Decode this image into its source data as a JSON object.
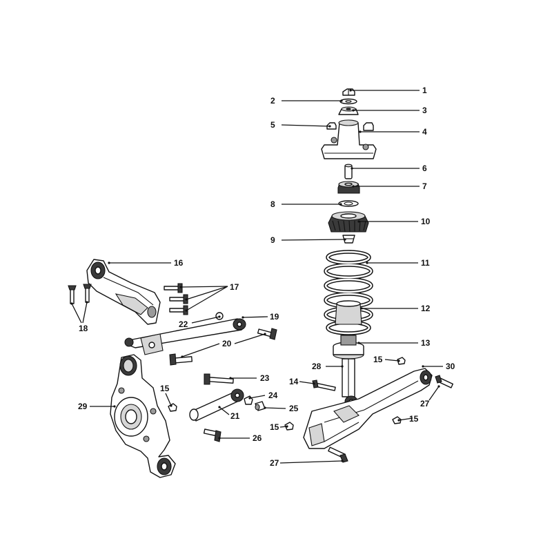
{
  "callouts": [
    {
      "id": "c1",
      "text": "1"
    },
    {
      "id": "c2",
      "text": "2"
    },
    {
      "id": "c3",
      "text": "3"
    },
    {
      "id": "c4",
      "text": "4"
    },
    {
      "id": "c5",
      "text": "5"
    },
    {
      "id": "c6",
      "text": "6"
    },
    {
      "id": "c7",
      "text": "7"
    },
    {
      "id": "c8",
      "text": "8"
    },
    {
      "id": "c9",
      "text": "9"
    },
    {
      "id": "c10",
      "text": "10"
    },
    {
      "id": "c11",
      "text": "11"
    },
    {
      "id": "c12",
      "text": "12"
    },
    {
      "id": "c13",
      "text": "13"
    },
    {
      "id": "c14",
      "text": "14"
    },
    {
      "id": "c15a",
      "text": "15"
    },
    {
      "id": "c15b",
      "text": "15"
    },
    {
      "id": "c15c",
      "text": "15"
    },
    {
      "id": "c15d",
      "text": "15"
    },
    {
      "id": "c16",
      "text": "16"
    },
    {
      "id": "c17",
      "text": "17"
    },
    {
      "id": "c18",
      "text": "18"
    },
    {
      "id": "c19",
      "text": "19"
    },
    {
      "id": "c20",
      "text": "20"
    },
    {
      "id": "c21",
      "text": "21"
    },
    {
      "id": "c22",
      "text": "22"
    },
    {
      "id": "c23",
      "text": "23"
    },
    {
      "id": "c24",
      "text": "24"
    },
    {
      "id": "c25",
      "text": "25"
    },
    {
      "id": "c26",
      "text": "26"
    },
    {
      "id": "c27a",
      "text": "27"
    },
    {
      "id": "c27b",
      "text": "27"
    },
    {
      "id": "c28",
      "text": "28"
    },
    {
      "id": "c29",
      "text": "29"
    },
    {
      "id": "c30",
      "text": "30"
    }
  ]
}
